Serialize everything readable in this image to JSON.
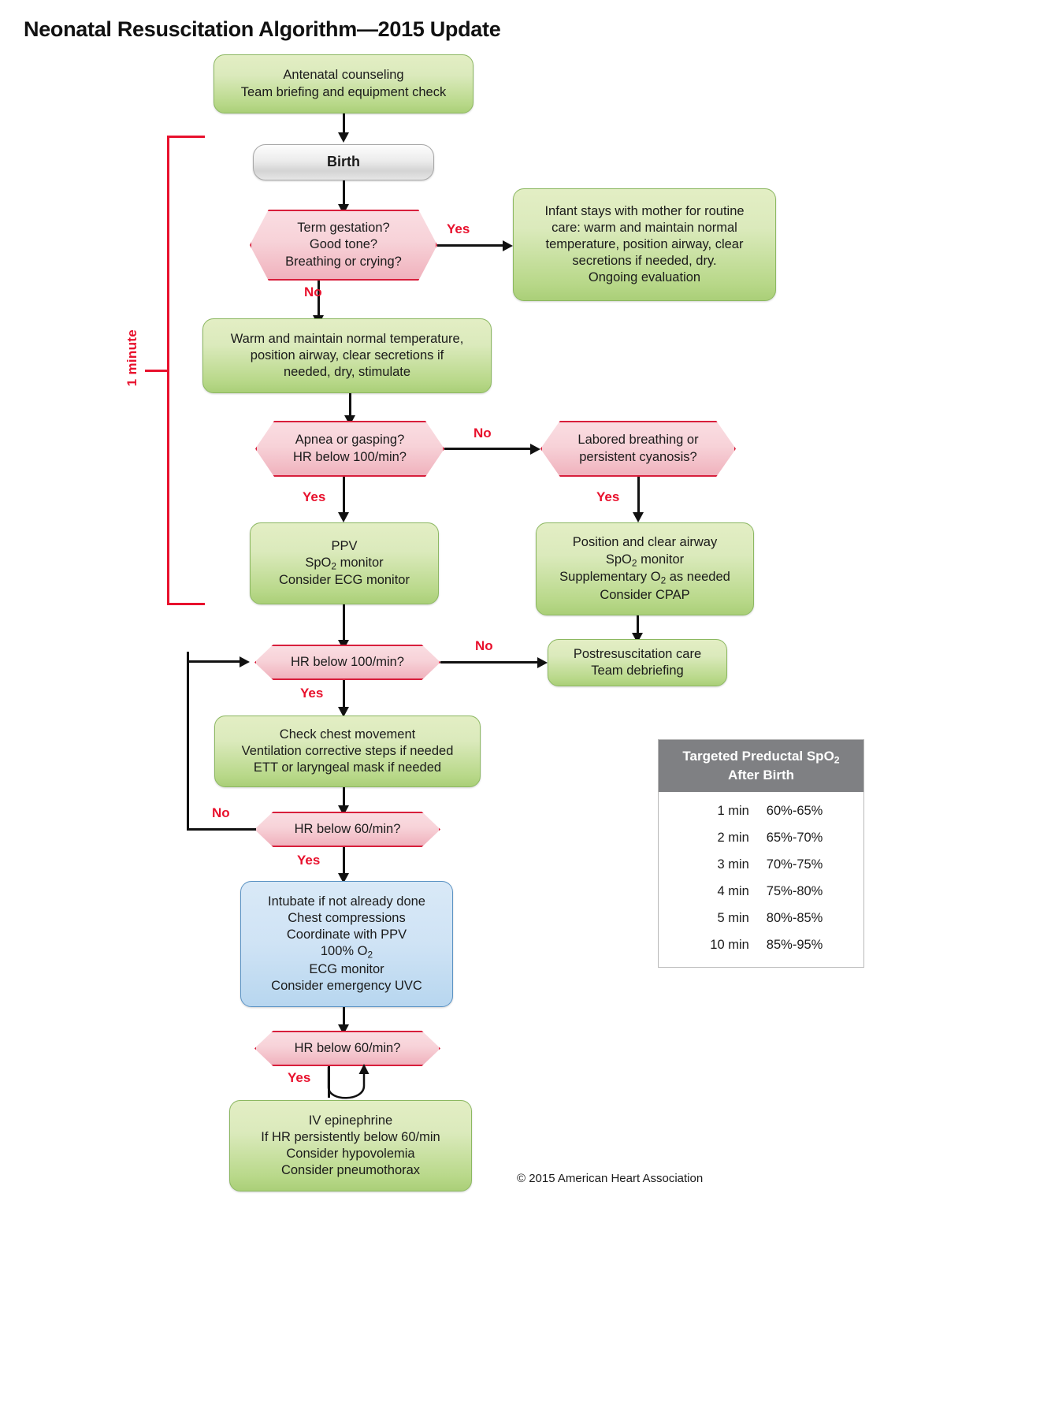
{
  "page": {
    "title": "Neonatal Resuscitation Algorithm—2015 Update",
    "copyright": "© 2015 American Heart Association",
    "timing_label": "1 minute"
  },
  "colors": {
    "action_box": "#b8d889",
    "decision_box": "#f0b2bd",
    "decision_border": "#d81f3c",
    "critical_box": "#b7d6ef",
    "critical_border": "#5b93c4",
    "start_box": "#d4d4d4",
    "label_red": "#e8112d",
    "table_header": "#7f8083",
    "connector": "#111111"
  },
  "nodes": {
    "antenatal": {
      "line1": "Antenatal counseling",
      "line2": "Team briefing and equipment check"
    },
    "birth": {
      "label": "Birth"
    },
    "term_check": {
      "line1": "Term gestation?",
      "line2": "Good tone?",
      "line3": "Breathing or crying?"
    },
    "routine_care": {
      "line1": "Infant stays with mother for routine",
      "line2": "care: warm and maintain normal",
      "line3": "temperature, position airway, clear",
      "line4": "secretions if needed, dry.",
      "line5": "Ongoing evaluation"
    },
    "warm_maintain": {
      "line1": "Warm and maintain normal temperature,",
      "line2": "position airway, clear secretions if",
      "line3": "needed, dry, stimulate"
    },
    "apnea_check": {
      "line1": "Apnea or gasping?",
      "line2": "HR below 100/min?"
    },
    "labored_check": {
      "line1": "Labored breathing or",
      "line2": "persistent cyanosis?"
    },
    "ppv": {
      "line1": "PPV",
      "line2_pre": "SpO",
      "line2_sub": "2",
      "line2_post": " monitor",
      "line3": "Consider ECG monitor"
    },
    "position_airway": {
      "line1": "Position and clear airway",
      "line2_pre": "SpO",
      "line2_sub": "2",
      "line2_post": " monitor",
      "line3_pre": "Supplementary O",
      "line3_sub": "2",
      "line3_post": " as needed",
      "line4": "Consider CPAP"
    },
    "hr100_check": {
      "label": "HR below 100/min?"
    },
    "postresus": {
      "line1": "Postresuscitation care",
      "line2": "Team debriefing"
    },
    "check_chest": {
      "line1": "Check chest movement",
      "line2": "Ventilation corrective steps if needed",
      "line3": "ETT or laryngeal mask if needed"
    },
    "hr60_check_1": {
      "label": "HR below 60/min?"
    },
    "intubate": {
      "line1": "Intubate if not already done",
      "line2": "Chest compressions",
      "line3": "Coordinate with PPV",
      "line4_pre": "100% O",
      "line4_sub": "2",
      "line4_post": "",
      "line5": "ECG monitor",
      "line6": "Consider emergency UVC"
    },
    "hr60_check_2": {
      "label": "HR below 60/min?"
    },
    "epinephrine": {
      "line1": "IV epinephrine",
      "line2": "If HR persistently below 60/min",
      "line3": "Consider hypovolemia",
      "line4": "Consider pneumothorax"
    }
  },
  "edge_labels": {
    "term_yes": "Yes",
    "term_no": "No",
    "apnea_no": "No",
    "apnea_yes": "Yes",
    "labored_yes": "Yes",
    "hr100_no": "No",
    "hr100_yes": "Yes",
    "hr60_1_no": "No",
    "hr60_1_yes": "Yes",
    "hr60_2_yes": "Yes"
  },
  "spo2_table": {
    "header_line1_pre": "Targeted Preductal SpO",
    "header_line1_sub": "2",
    "header_line2": "After Birth",
    "rows": [
      {
        "time": "1 min",
        "range": "60%-65%"
      },
      {
        "time": "2 min",
        "range": "65%-70%"
      },
      {
        "time": "3 min",
        "range": "70%-75%"
      },
      {
        "time": "4 min",
        "range": "75%-80%"
      },
      {
        "time": "5 min",
        "range": "80%-85%"
      },
      {
        "time": "10 min",
        "range": "85%-95%"
      }
    ]
  }
}
